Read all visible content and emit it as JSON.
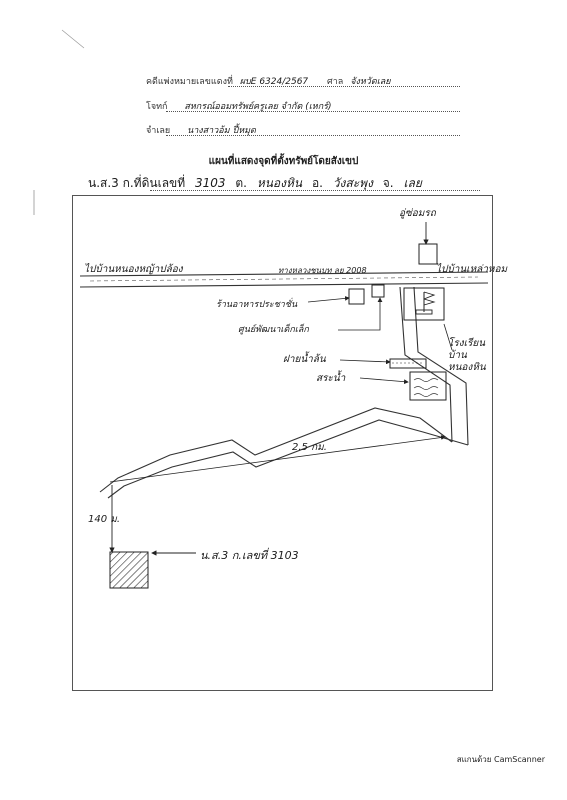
{
  "header": {
    "row1": {
      "label": "คดีแพ่งหมายเลขแดงที่",
      "value": "ผบE 6324/2567",
      "court_label": "ศาล",
      "court_value": "จังหวัดเลย"
    },
    "row2": {
      "label": "โจทก์",
      "value": "สหกรณ์ออมทรัพย์ครูเลย จำกัด (เหกร์)"
    },
    "row3": {
      "label": "จำเลย",
      "value": "นางสาวอ้ม ปี้หมุด"
    }
  },
  "title": "แผนที่แสดงจุดที่ตั้งทรัพย์โดยสังเขป",
  "ns_line": {
    "prefix": "น.ส.3 ก.ที่ดินเลขที่",
    "number": "3103",
    "subdistrict_label": "ต.",
    "subdistrict": "หนองหิน",
    "district_label": "อ.",
    "district": "วังสะพุง",
    "province_label": "จ.",
    "province": "เลย"
  },
  "map": {
    "road_left_label": "ไปบ้านหนองหญ้าปล้อง",
    "road_right_label": "ไปบ้านเหล่าหอม",
    "road_name": "ทางหลวงชนบท ลย 2008",
    "landmarks": {
      "bus_stop": "อู่ซ่อมรถ",
      "shop1": "ร้านอาหารประชาชั่น",
      "shop2": "ศูนย์พัฒนาเด็กเล็ก",
      "weir": "ฝายน้ำล้น",
      "pond": "สระน้ำ",
      "school": "โรงเรียนบ้านหนองหิน"
    },
    "distance_label": "2.5 กม.",
    "short_distance_label": "140 ม.",
    "parcel_label": "น.ส.3 ก.เลขที่ 3103"
  },
  "footer": "สแกนด้วย CamScanner"
}
